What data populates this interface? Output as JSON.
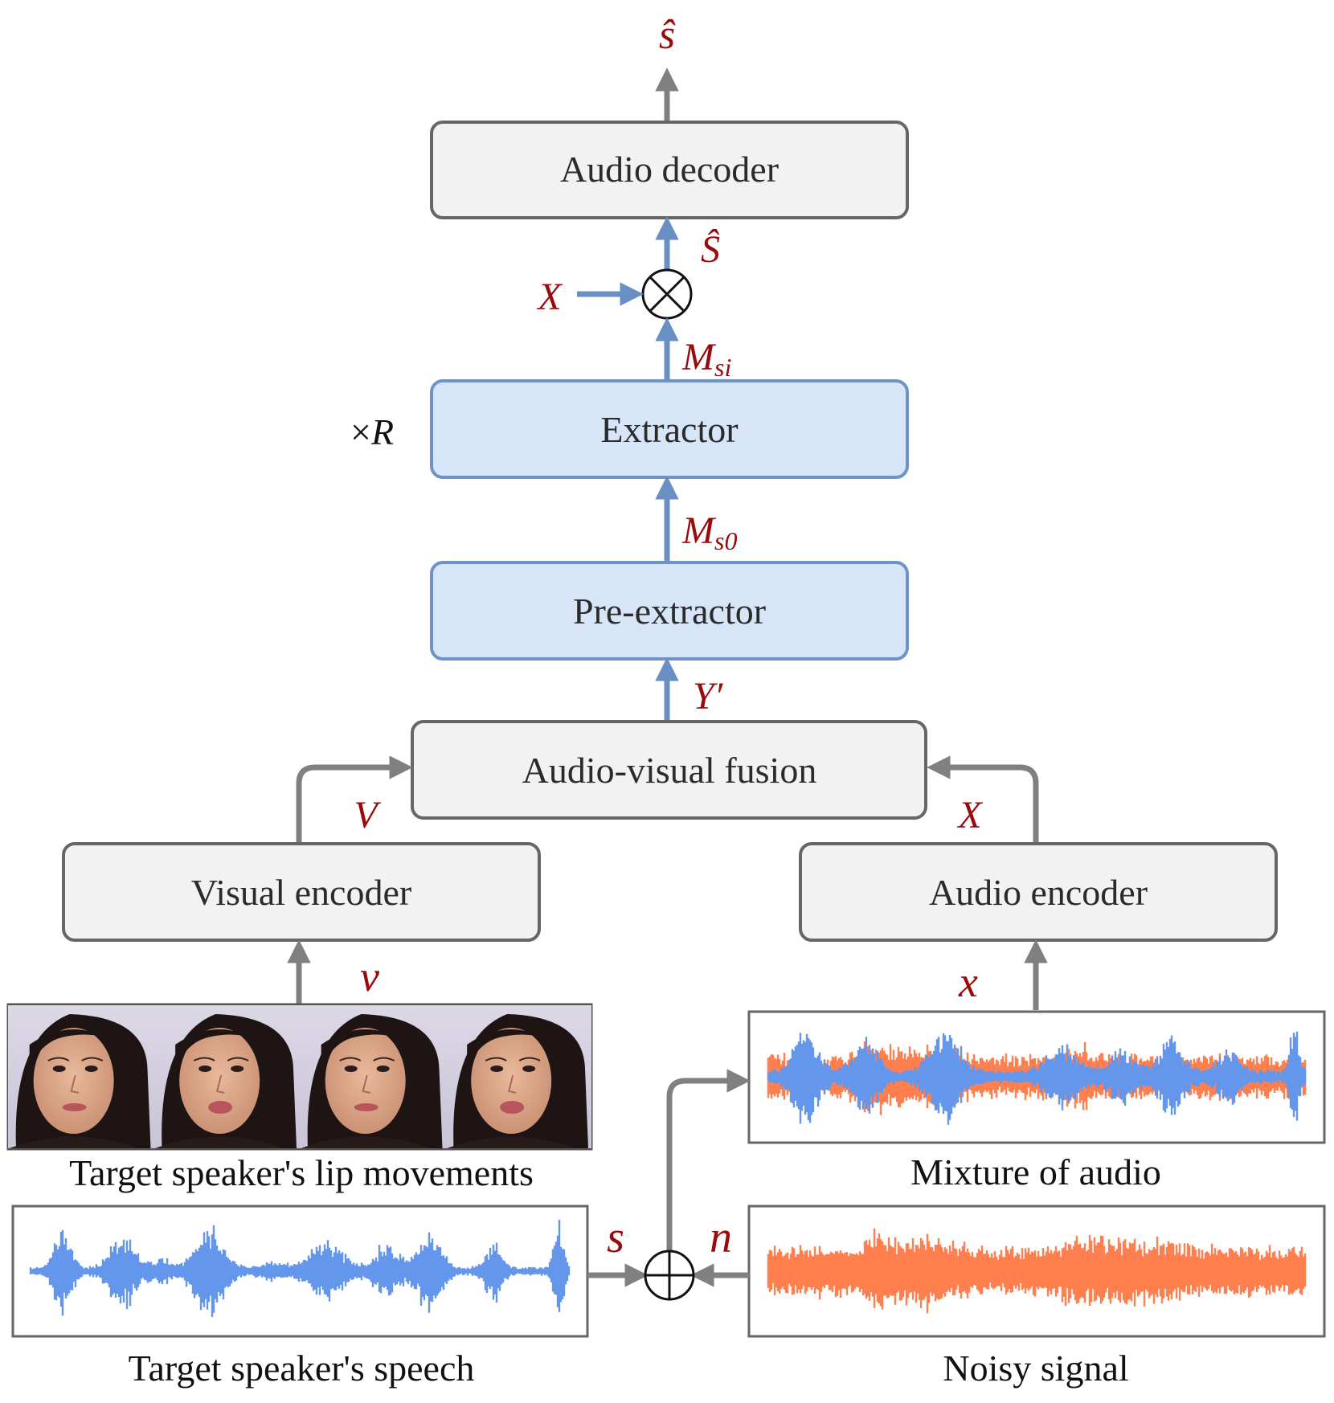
{
  "blocks": {
    "audio_decoder": "Audio decoder",
    "extractor": "Extractor",
    "pre_extractor": "Pre-extractor",
    "av_fusion": "Audio-visual fusion",
    "visual_encoder": "Visual encoder",
    "audio_encoder": "Audio encoder"
  },
  "captions": {
    "lip": "Target speaker's lip movements",
    "speech": "Target speaker's speech",
    "mixture": "Mixture of audio",
    "noise": "Noisy signal"
  },
  "variables": {
    "s_hat_out": "ŝ",
    "S_hat": "Ŝ",
    "X_mult": "X",
    "M_si_base": "M",
    "M_si_sub": "si",
    "repeat_times": "×",
    "repeat_R": "R",
    "M_s0_base": "M",
    "M_s0_sub": "s0",
    "Y_prime": "Y′",
    "V": "V",
    "X_audio": "X",
    "v_small": "v",
    "x_small": "x",
    "s_small": "s",
    "n_small": "n"
  },
  "colors": {
    "gray_box_fill": "#f2f2f2",
    "gray_stroke": "#666666",
    "blue_box_fill": "#d6e6f8",
    "blue_stroke": "#6f93c4",
    "gray_arrow": "#808080",
    "blue_arrow": "#6a8fc4",
    "variable_red": "#9b0a0a",
    "speech_blue": "#6496eb",
    "noise_orange": "#ff7f4f"
  },
  "icons": [
    "multiply-circle-icon",
    "add-circle-icon",
    "face-frame-icon"
  ]
}
